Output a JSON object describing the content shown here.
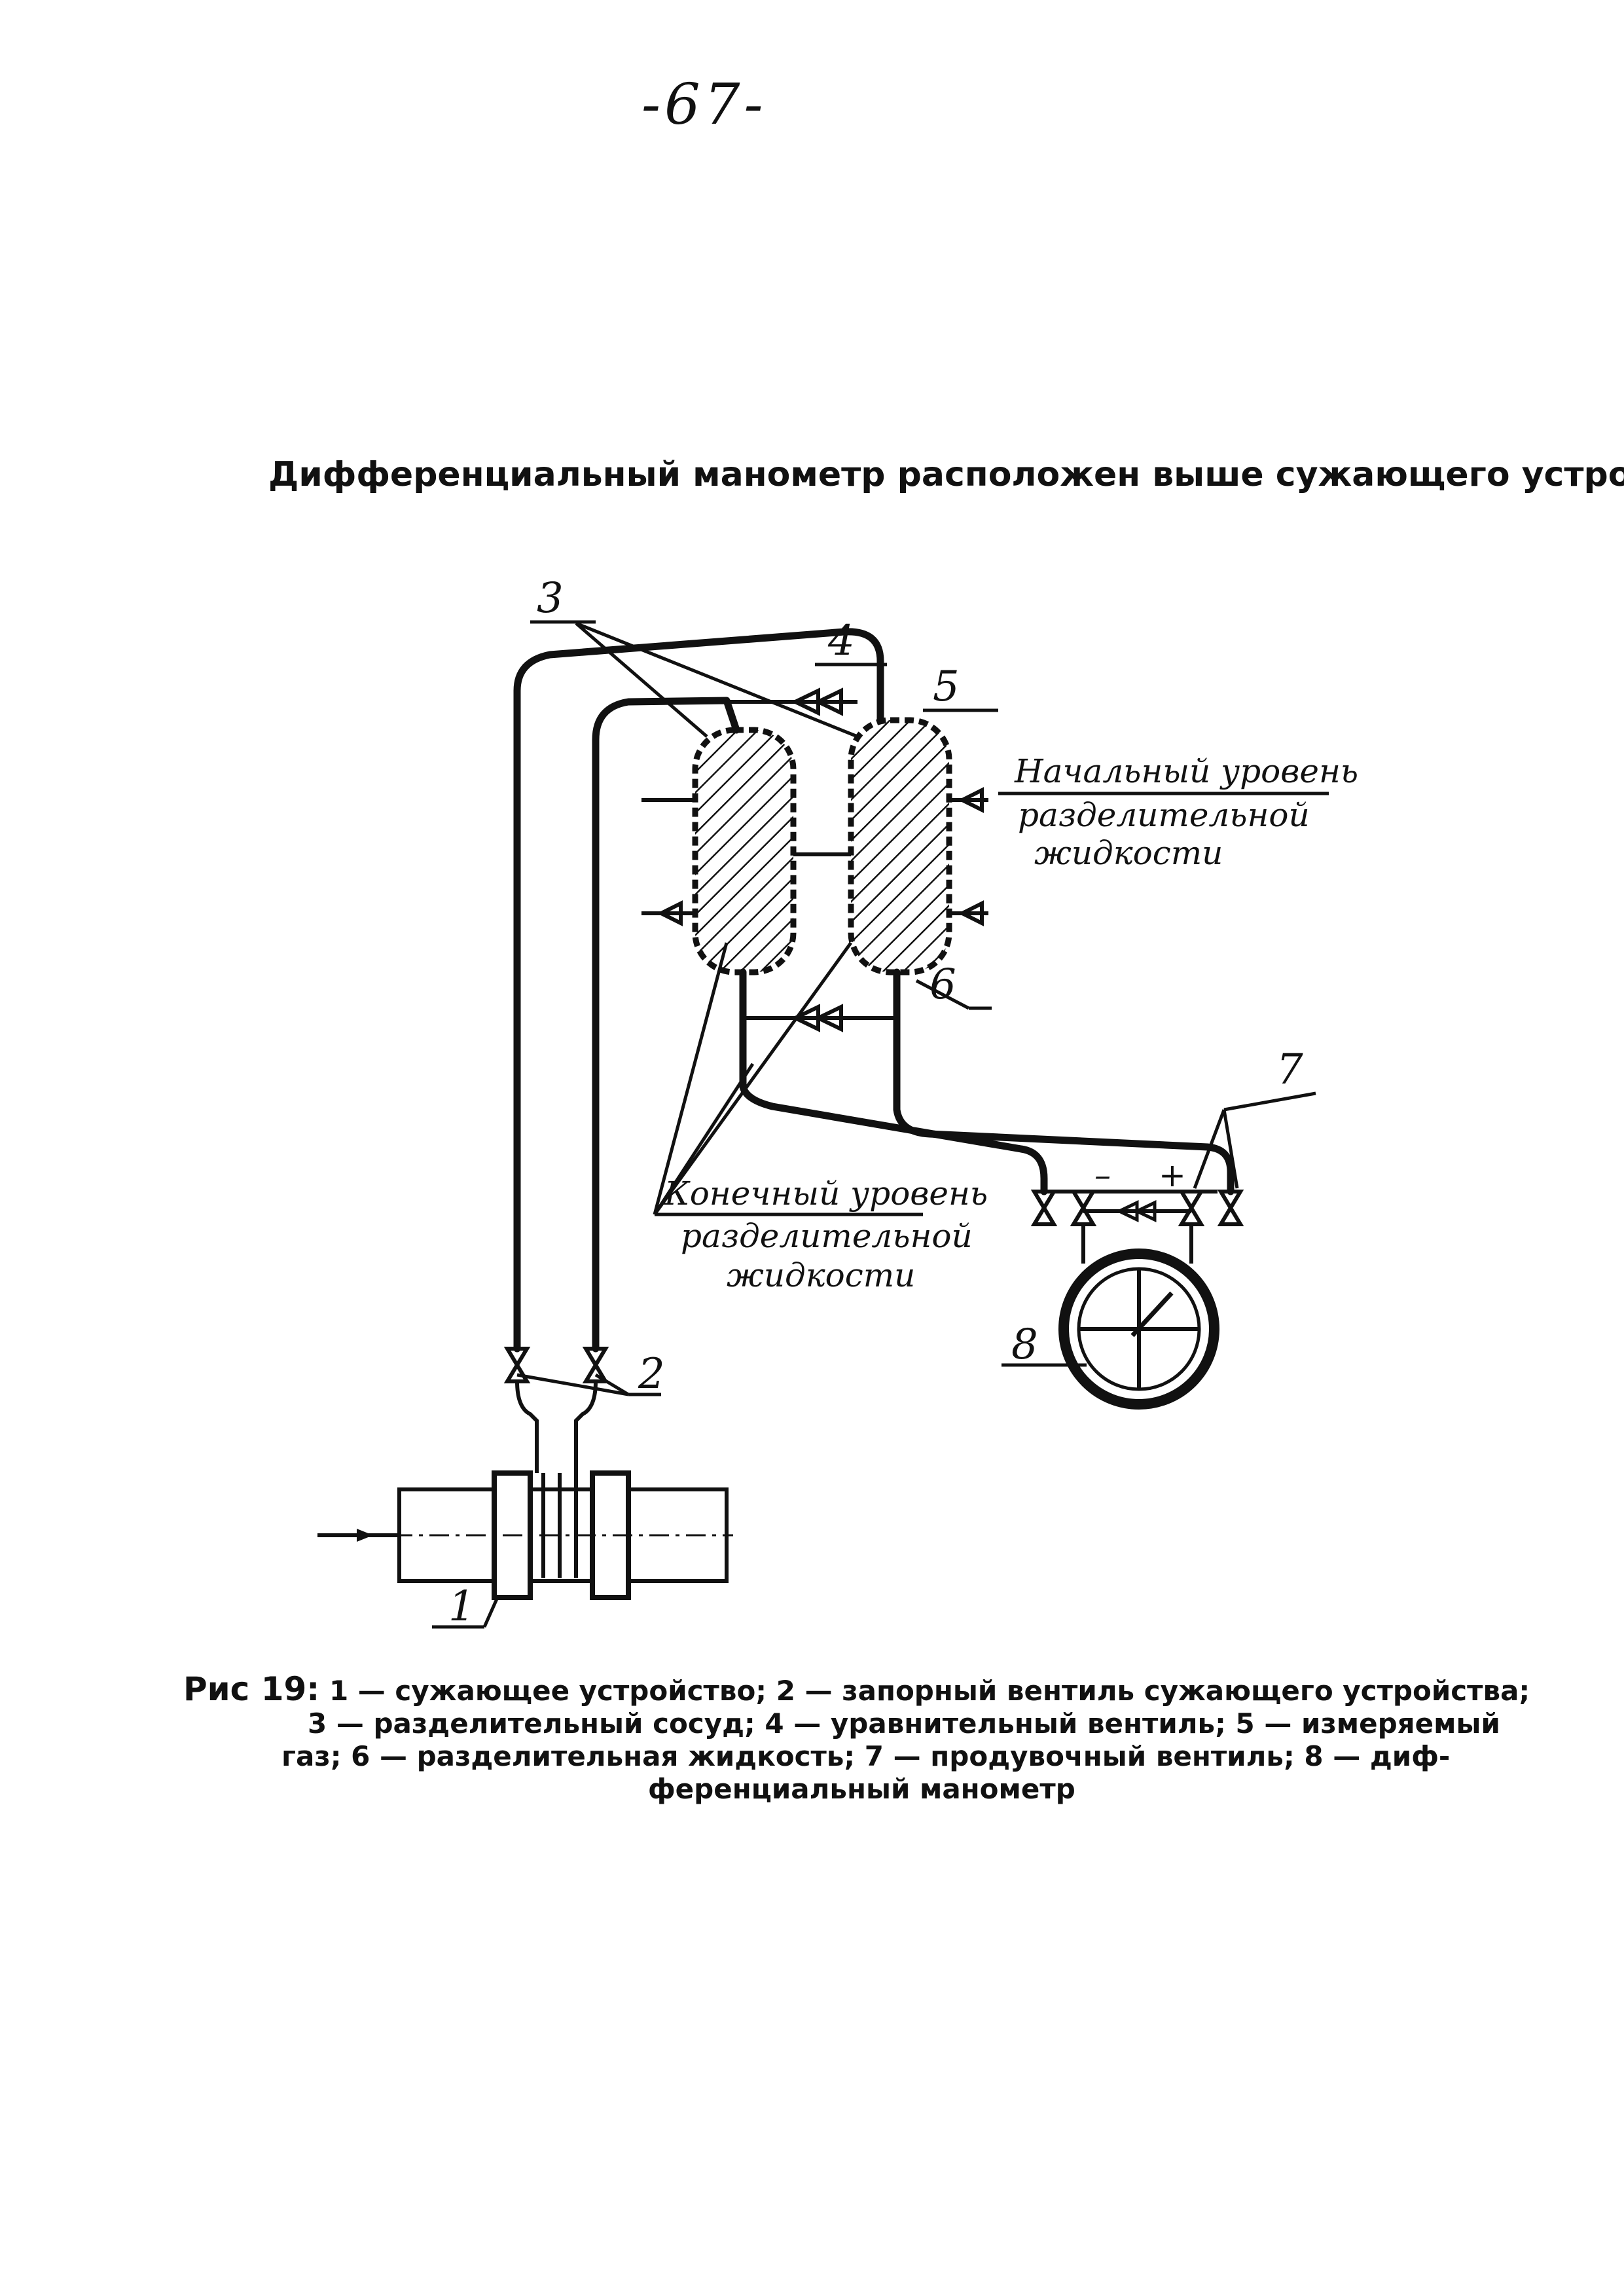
{
  "page_number": "-67-",
  "heading": "Дифференциальный манометр расположен выше сужающего устройства",
  "diagram": {
    "labels": {
      "n1": "1",
      "n2": "2",
      "n3": "3",
      "n4": "4",
      "n5": "5",
      "n6": "6",
      "n7": "7",
      "n8": "8",
      "minus": "–",
      "plus": "+"
    },
    "initial_level": [
      "Начальный уровень",
      "разделительной",
      "жидкости"
    ],
    "final_level": [
      "Конечный уровень",
      "разделительной",
      "жидкости"
    ]
  },
  "caption": {
    "prefix": "Рис 19:",
    "lines": [
      "1 — сужающее устройство; 2 — запорный вентиль сужающего устройства;",
      "3 — разделительный сосуд; 4 — уравнительный вентиль; 5 — измеряемый",
      "газ; 6 — разделительная жидкость; 7 — продувочный вентиль; 8 — диф-",
      "ференциальный манометр"
    ]
  }
}
